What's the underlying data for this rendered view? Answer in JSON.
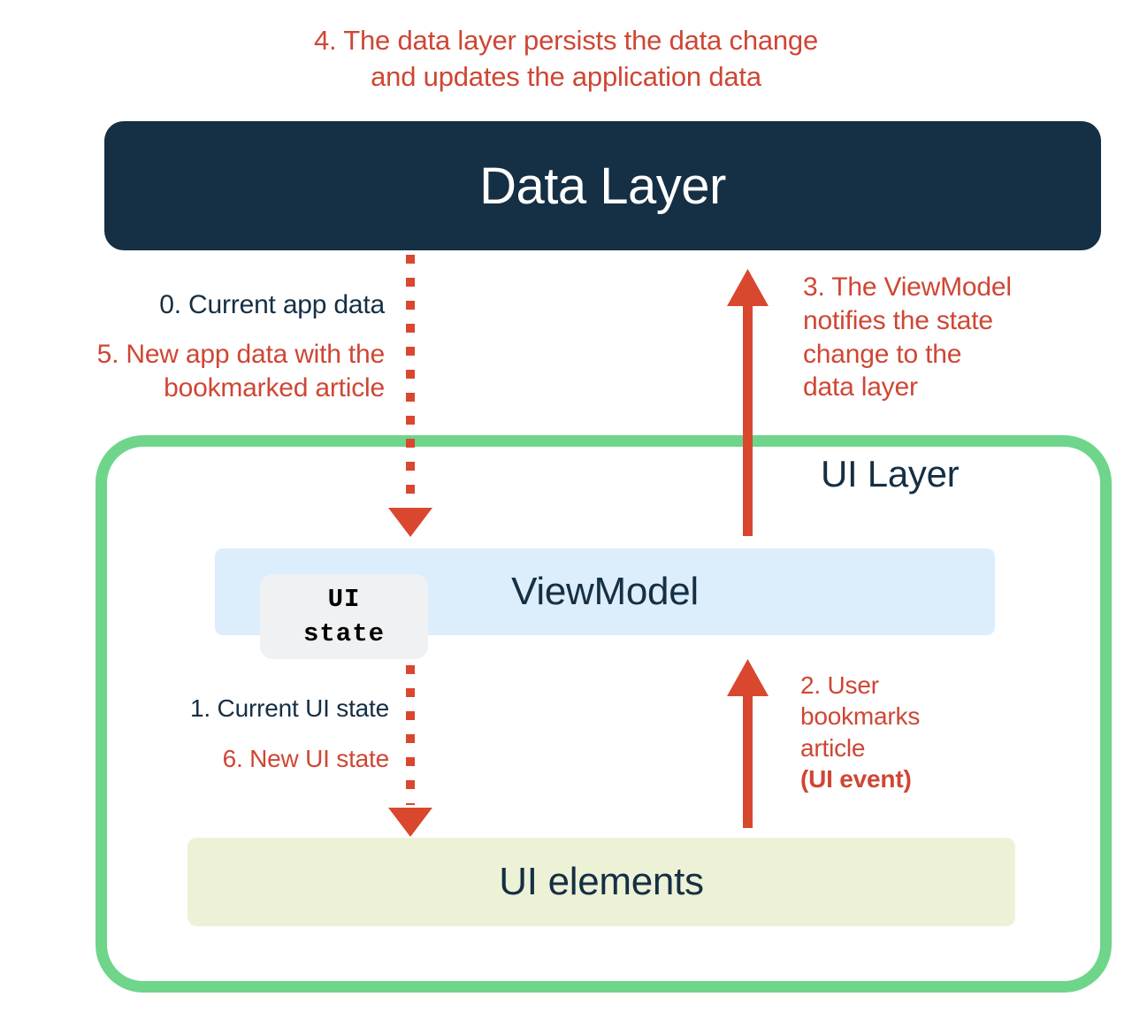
{
  "diagram": {
    "title_caption": {
      "id": "step-4",
      "lines": [
        "4. The data layer persists the data change",
        "and updates the application data"
      ],
      "color": "#CF4634"
    },
    "nodes": {
      "data_layer": {
        "label": "Data Layer",
        "bg": "#152F44",
        "text_color": "#FFFFFF"
      },
      "ui_layer": {
        "label": "UI Layer",
        "border_color": "#6ED58B",
        "text_color": "#152F44"
      },
      "viewmodel": {
        "label": "ViewModel",
        "bg": "#DCEDFB",
        "text_color": "#152F44"
      },
      "ui_state_chip": {
        "line1": "UI",
        "line2": "state",
        "bg": "#F0F1F2",
        "text_color": "#000000"
      },
      "ui_elements": {
        "label": "UI elements",
        "bg": "#EDF2D7",
        "text_color": "#152F44"
      }
    },
    "annotations": [
      {
        "id": "step-0",
        "color": "#152F44",
        "lines": [
          "0. Current app data"
        ]
      },
      {
        "id": "step-5",
        "color": "#CF4634",
        "lines": [
          "5. New app data with the",
          "bookmarked article"
        ]
      },
      {
        "id": "step-3",
        "color": "#CF4634",
        "lines": [
          "3. The ViewModel",
          "notifies the state",
          "change to the",
          "data layer"
        ]
      },
      {
        "id": "step-1",
        "color": "#152F44",
        "lines": [
          "1. Current UI state"
        ]
      },
      {
        "id": "step-6",
        "color": "#CF4634",
        "lines": [
          "6. New UI state"
        ]
      },
      {
        "id": "step-2",
        "color": "#CF4634",
        "lines": [
          "2. User",
          "bookmarks",
          "article"
        ],
        "bold_suffix": "(UI event)"
      }
    ],
    "arrows": [
      {
        "id": "data-to-viewmodel",
        "style": "dotted",
        "direction": "down",
        "color": "#D9472F"
      },
      {
        "id": "viewmodel-to-ui-elements",
        "style": "dotted",
        "direction": "down",
        "color": "#D9472F"
      },
      {
        "id": "viewmodel-to-data",
        "style": "solid",
        "direction": "up",
        "color": "#D9472F"
      },
      {
        "id": "ui-elements-to-viewmodel",
        "style": "solid",
        "direction": "up",
        "color": "#D9472F"
      }
    ]
  }
}
